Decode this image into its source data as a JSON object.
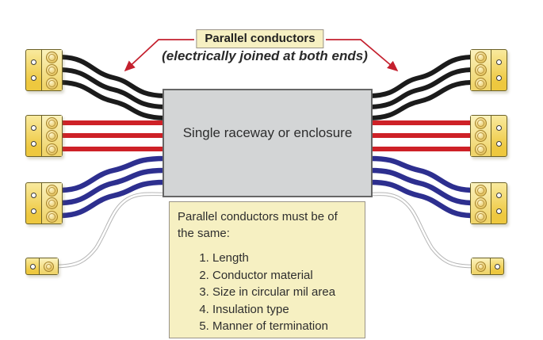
{
  "callout": {
    "label": "Parallel conductors",
    "subtitle": "(electrically joined at both ends)"
  },
  "raceway": {
    "label": "Single raceway or enclosure"
  },
  "requirements": {
    "heading": "Parallel conductors must be of the same:",
    "items": [
      "Length",
      "Conductor material",
      "Size in circular mil area",
      "Insulation type",
      "Manner of termination"
    ]
  },
  "conductor_sets": [
    {
      "name": "black conductors",
      "count": 3,
      "color": "#1b1b1b"
    },
    {
      "name": "red conductors",
      "count": 3,
      "color": "#ce2127"
    },
    {
      "name": "blue conductors",
      "count": 3,
      "color": "#2d2f8f"
    },
    {
      "name": "white conductor",
      "count": 1,
      "color": "#ffffff",
      "outline_color": "#b5b5b5"
    }
  ],
  "colors": {
    "arrow": "#c4202e",
    "panel_bg": "#f6f0c2",
    "panel_border": "#9a9488",
    "raceway_fill": "#d3d5d6",
    "raceway_border": "#666666",
    "terminal_gold": "#eec83f",
    "terminal_border": "#6b6128"
  }
}
